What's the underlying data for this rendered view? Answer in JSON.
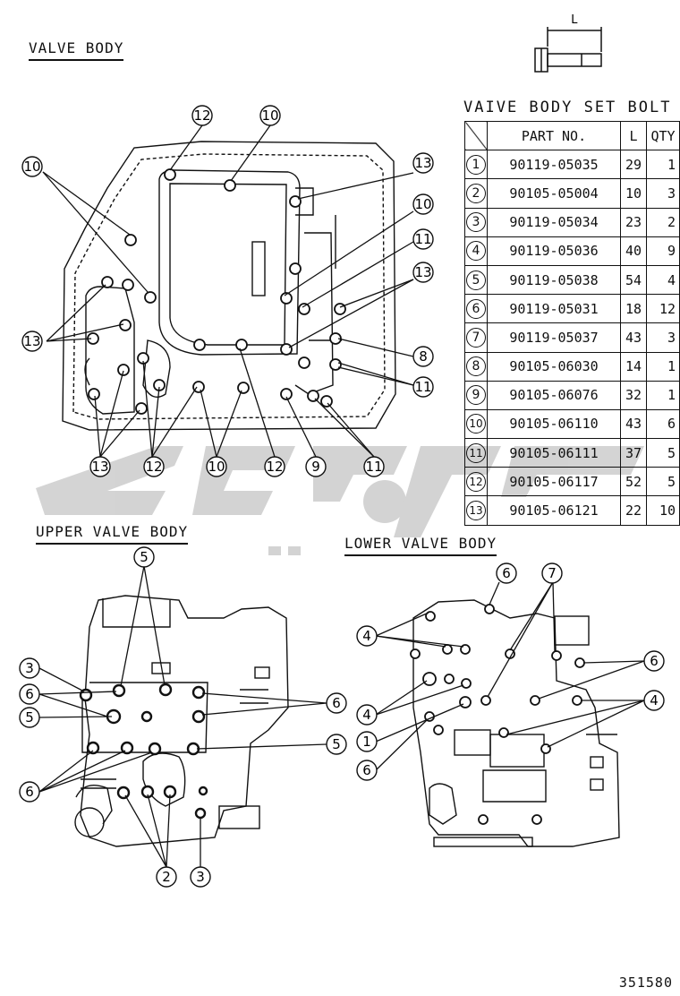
{
  "labels": {
    "valve_body": "VALVE BODY",
    "upper_valve_body": "UPPER VALVE BODY",
    "lower_valve_body": "LOWER VALVE BODY",
    "bolt_dim": "L",
    "page_number": "351580"
  },
  "bolt_table": {
    "title": "VAIVE BODY SET BOLT",
    "headers": {
      "part_no": "PART NO.",
      "l": "L",
      "qty": "QTY"
    },
    "rows": [
      {
        "no": "1",
        "part": "90119-05035",
        "l": "29",
        "qty": "1"
      },
      {
        "no": "2",
        "part": "90105-05004",
        "l": "10",
        "qty": "3"
      },
      {
        "no": "3",
        "part": "90119-05034",
        "l": "23",
        "qty": "2"
      },
      {
        "no": "4",
        "part": "90119-05036",
        "l": "40",
        "qty": "9"
      },
      {
        "no": "5",
        "part": "90119-05038",
        "l": "54",
        "qty": "4"
      },
      {
        "no": "6",
        "part": "90119-05031",
        "l": "18",
        "qty": "12"
      },
      {
        "no": "7",
        "part": "90119-05037",
        "l": "43",
        "qty": "3"
      },
      {
        "no": "8",
        "part": "90105-06030",
        "l": "14",
        "qty": "1"
      },
      {
        "no": "9",
        "part": "90105-06076",
        "l": "32",
        "qty": "1"
      },
      {
        "no": "10",
        "part": "90105-06110",
        "l": "43",
        "qty": "6"
      },
      {
        "no": "11",
        "part": "90105-06111",
        "l": "37",
        "qty": "5"
      },
      {
        "no": "12",
        "part": "90105-06117",
        "l": "52",
        "qty": "5"
      },
      {
        "no": "13",
        "part": "90105-06121",
        "l": "22",
        "qty": "10"
      }
    ]
  },
  "callouts": {
    "valve_body": [
      "12",
      "10",
      "10",
      "13",
      "10",
      "11",
      "13",
      "13",
      "8",
      "11",
      "13",
      "12",
      "10",
      "12",
      "9",
      "11"
    ],
    "upper_valve_body": [
      "5",
      "3",
      "6",
      "5",
      "6",
      "5",
      "6",
      "2",
      "3"
    ],
    "lower_valve_body": [
      "6",
      "7",
      "4",
      "6",
      "4",
      "1",
      "6",
      "4"
    ]
  },
  "watermark_color": "#cfcfcf"
}
